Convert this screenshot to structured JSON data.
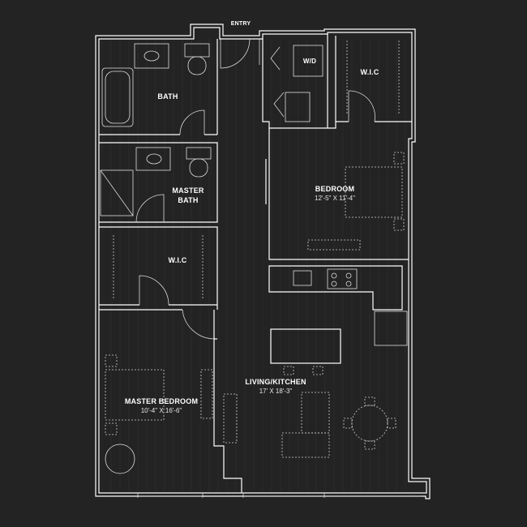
{
  "labels": {
    "entry": "ENTRY",
    "bath": "BATH",
    "wd": "W/D",
    "wic_top": "W.I.C",
    "bedroom": "BEDROOM",
    "bedroom_dim": "12'-5\" X 11'-4\"",
    "master_bath_1": "MASTER",
    "master_bath_2": "BATH",
    "wic_left": "W.I.C",
    "living": "LIVING/KITCHEN",
    "living_dim": "17' X 18'-3\"",
    "master_bedroom": "MASTER BEDROOM",
    "master_bedroom_dim": "10'-4\" X 16'-6\""
  },
  "colors": {
    "background": "#232323",
    "walls": "#ffffff",
    "floor_lines": "#2f2f2f"
  }
}
